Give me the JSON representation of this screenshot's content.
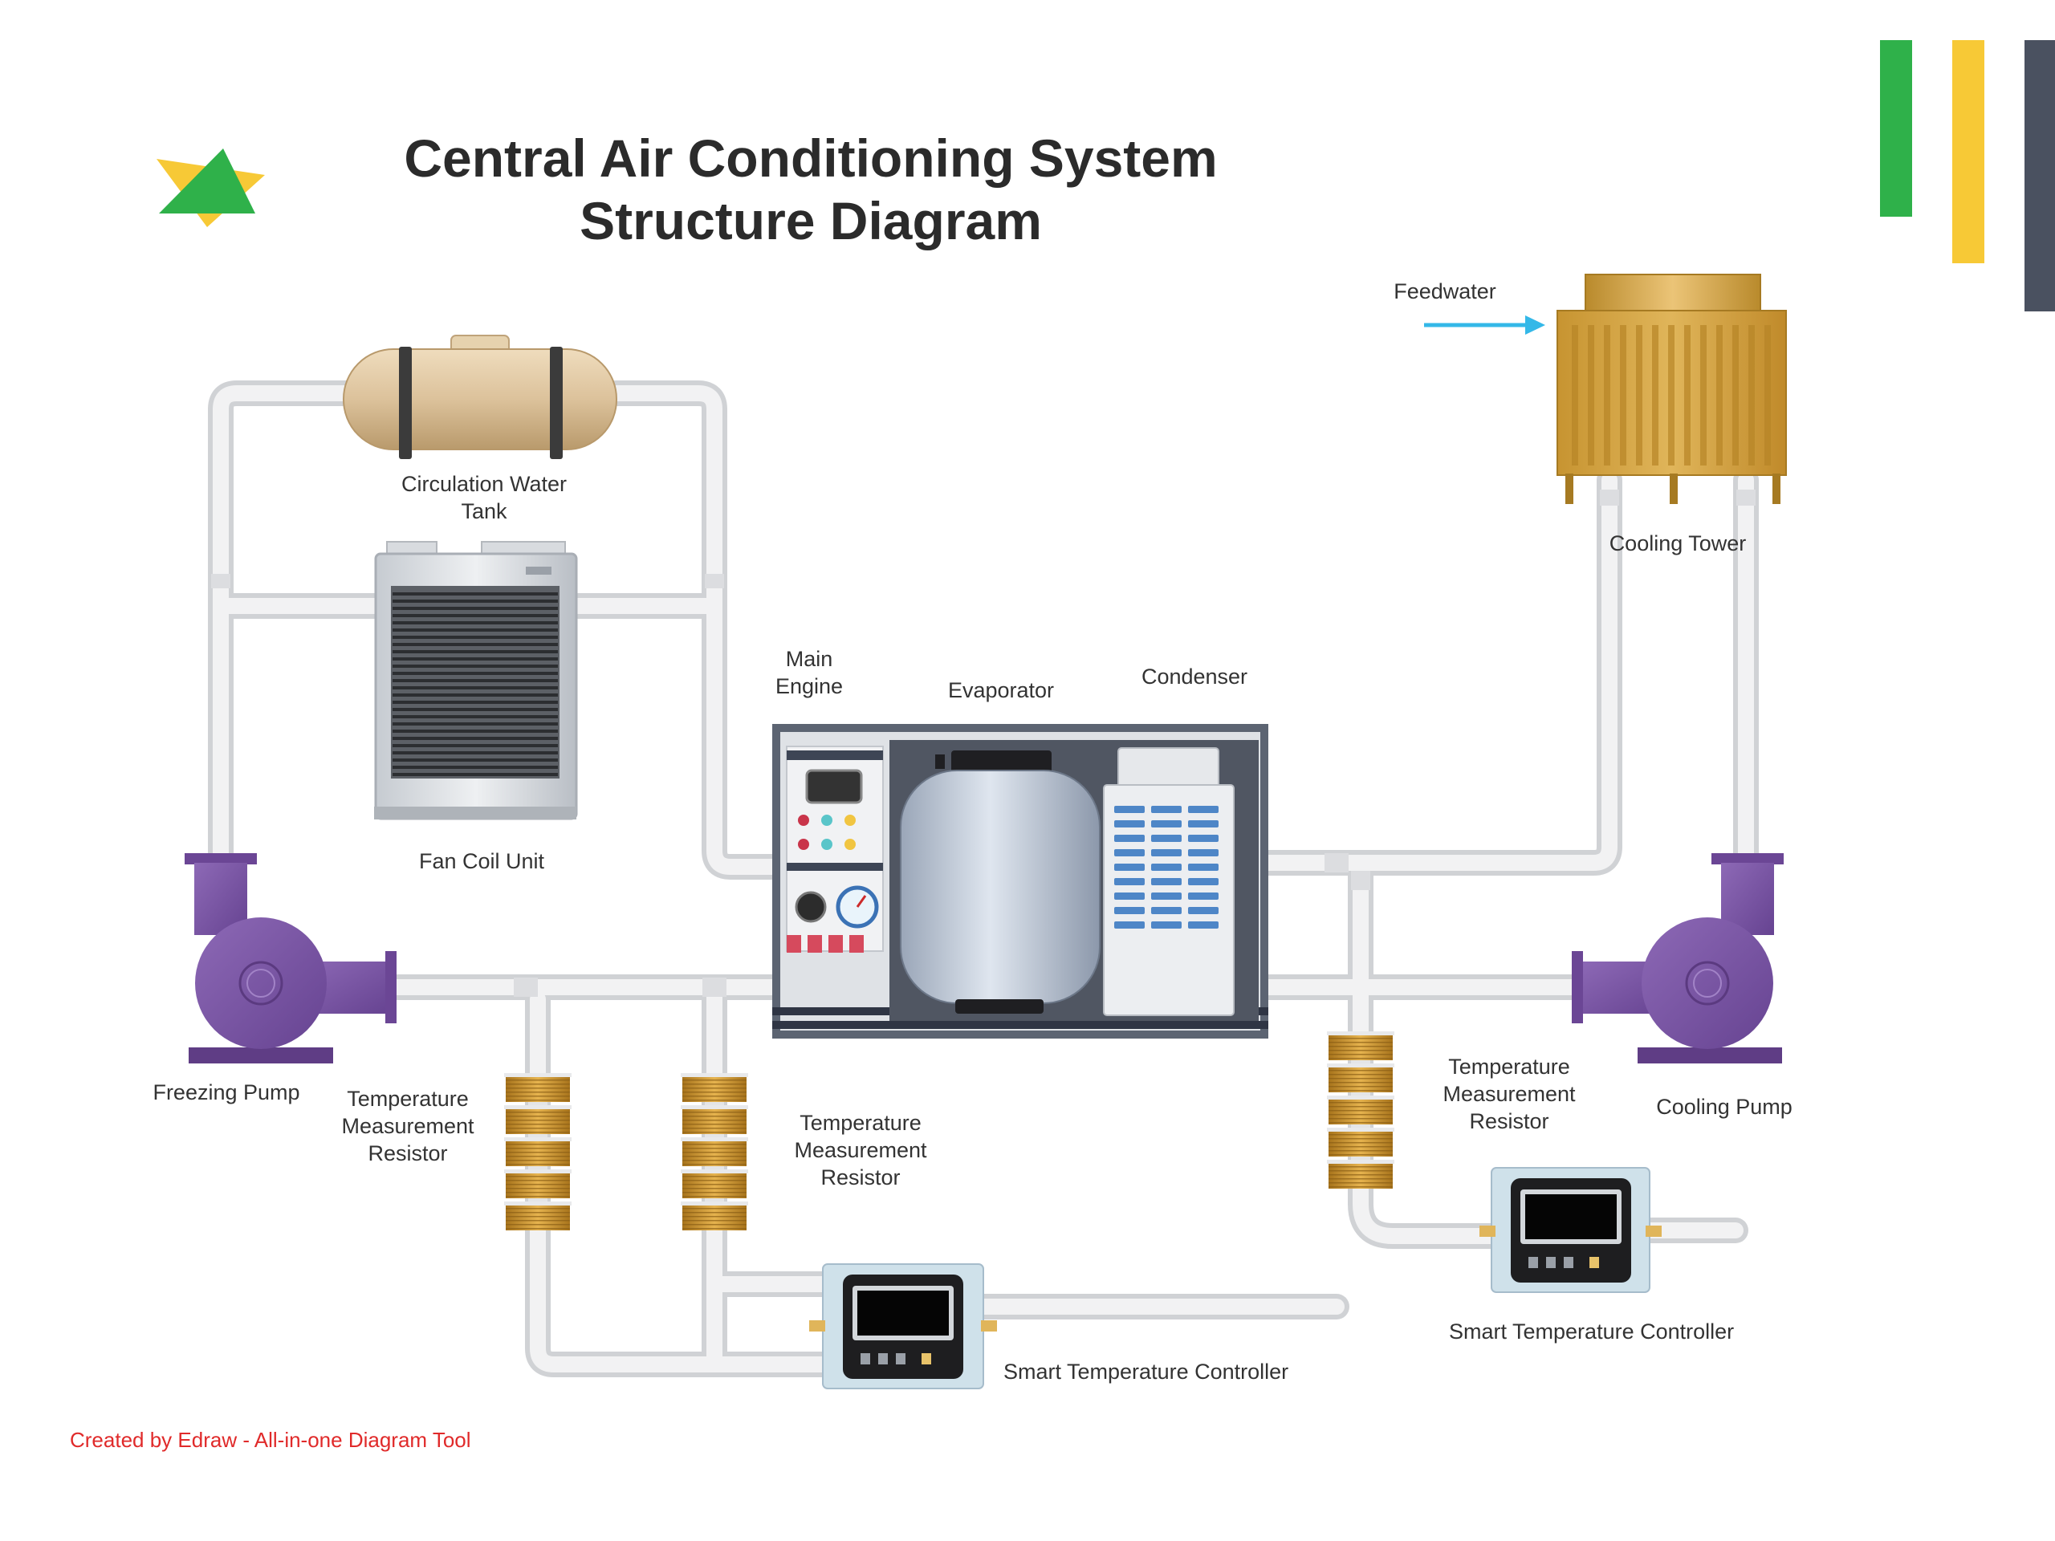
{
  "title": {
    "line1": "Central Air Conditioning System",
    "line2": "Structure Diagram"
  },
  "colors": {
    "pipe": "#e9e9ea",
    "pipe_edge": "#d3d4d6",
    "pump": "#7b55a5",
    "tank": "#d9bf95",
    "tower": "#d3a13c",
    "resistor": "#c8922c",
    "accent_green": "#2fb14a",
    "accent_yellow": "#f7c936",
    "accent_dark": "#4a5160",
    "credit": "#e02a2a",
    "feedwater_arrow": "#34b8e8"
  },
  "labels": {
    "feedwater": "Feedwater",
    "circulation_tank_1": "Circulation Water",
    "circulation_tank_2": "Tank",
    "cooling_tower": "Cooling Tower",
    "main_engine_1": "Main",
    "main_engine_2": "Engine",
    "evaporator": "Evaporator",
    "condenser": "Condenser",
    "fan_coil_unit": "Fan Coil Unit",
    "freezing_pump": "Freezing Pump",
    "cooling_pump": "Cooling Pump",
    "tmr_a": [
      "Temperature",
      "Measurement",
      "Resistor"
    ],
    "tmr_b": [
      "Temperature",
      "Measurement",
      "Resistor"
    ],
    "tmr_c": [
      "Temperature",
      "Measurement",
      "Resistor"
    ],
    "smart_controller_left": "Smart Temperature Controller",
    "smart_controller_right": "Smart Temperature Controller"
  },
  "footer": {
    "credit": "Created by Edraw - All-in-one Diagram Tool"
  }
}
